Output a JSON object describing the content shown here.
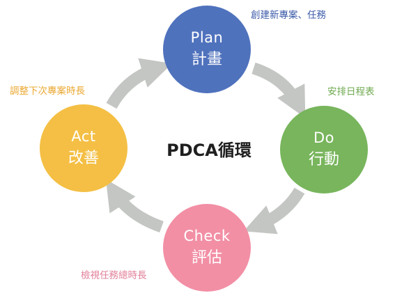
{
  "diagram": {
    "center_title": "PDCA循環",
    "nodes": {
      "plan": {
        "en": "Plan",
        "zh": "計畫",
        "note": "創建新專案、任務",
        "color": "#4f72bd"
      },
      "do": {
        "en": "Do",
        "zh": "行動",
        "note": "安排日程表",
        "color": "#78b55c"
      },
      "check": {
        "en": "Check",
        "zh": "評估",
        "note": "檢視任務總時長",
        "color": "#f28fa5"
      },
      "act": {
        "en": "Act",
        "zh": "改善",
        "note": "調整下次專案時長",
        "color": "#f4bf44"
      }
    },
    "arrow_color": "#c3c6c2"
  }
}
